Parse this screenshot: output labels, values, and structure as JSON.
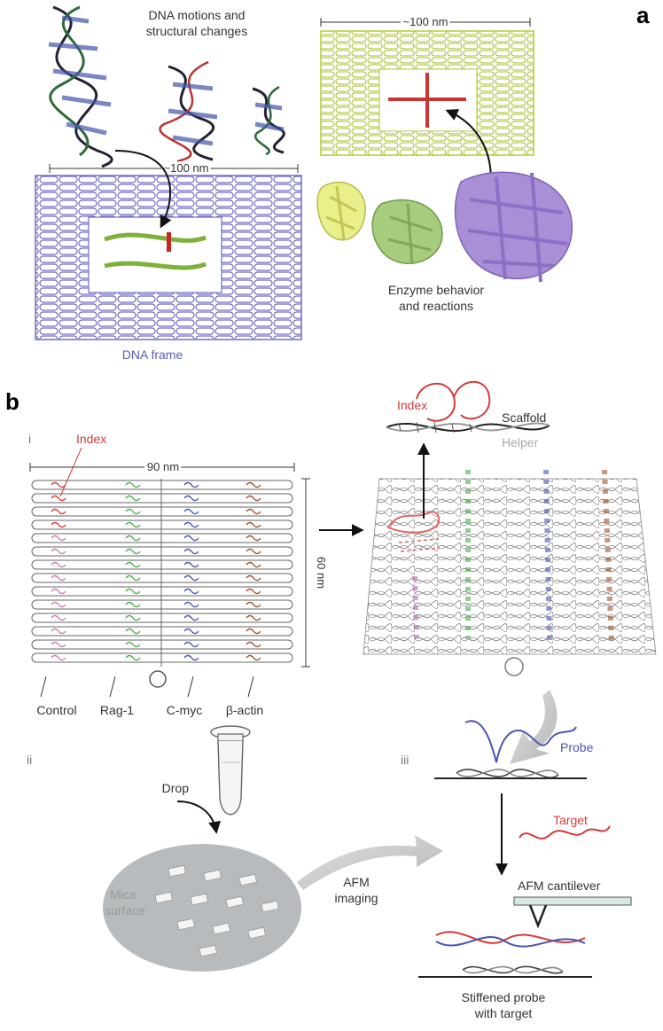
{
  "panel_a": {
    "letter": "a",
    "motions_label_line1": "DNA motions and",
    "motions_label_line2": "structural changes",
    "frame_dimension": "~100 nm",
    "top_frame_dimension": "~100 nm",
    "enzyme_label_line1": "Enzyme behavior",
    "enzyme_label_line2": "and reactions",
    "frame_label": "DNA frame"
  },
  "panel_b": {
    "letter": "b",
    "sub_i": "i",
    "sub_ii": "ii",
    "sub_iii": "iii",
    "index_label": "Index",
    "width_label": "90 nm",
    "height_label": "60 nm",
    "column_labels": [
      "Control",
      "Rag-1",
      "C-myc",
      "β-actin"
    ],
    "index_zoom_label": "Index",
    "scaffold_label": "Scaffold",
    "helper_label": "Helper",
    "drop_label": "Drop",
    "mica_line1": "Mica",
    "mica_line2": "surface",
    "afm_imaging_line1": "AFM",
    "afm_imaging_line2": "imaging",
    "probe_label": "Probe",
    "target_label": "Target",
    "cantilever_label": "AFM cantilever",
    "result_line1": "Stiffened probe",
    "result_line2": "with target"
  },
  "colors": {
    "frame_blue": "#6f6fc8",
    "frame_green": "#c8de4a",
    "index_red": "#d63a3a",
    "rag_green": "#4caf50",
    "cmyc_blue": "#4a55b0",
    "actin_brown": "#a0522d",
    "mica_gray": "#b8bbbd"
  }
}
